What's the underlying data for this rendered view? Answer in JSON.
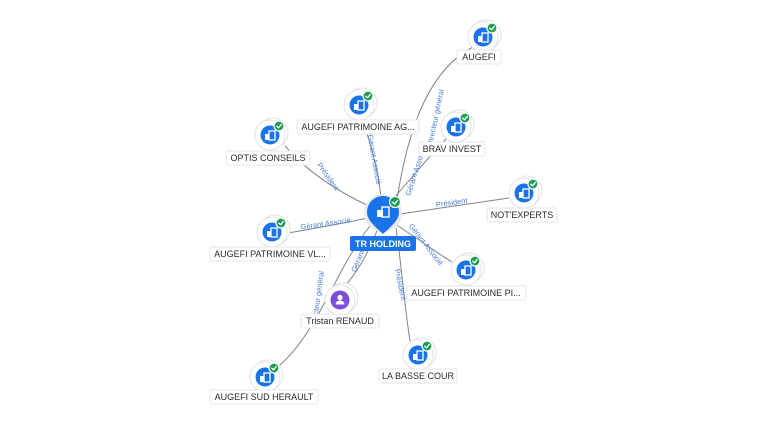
{
  "center": {
    "label": "TR HOLDING",
    "icon": "building-icon"
  },
  "nodes": [
    {
      "id": "augefi",
      "label": "AUGEFI",
      "icon": "building-icon",
      "verified": true
    },
    {
      "id": "augefi-patrimoine-ag",
      "label": "AUGEFI PATRIMOINE AG...",
      "icon": "building-icon",
      "verified": true
    },
    {
      "id": "optis-conseils",
      "label": "OPTIS CONSEILS",
      "icon": "building-icon",
      "verified": true
    },
    {
      "id": "brav-invest",
      "label": "BRAV INVEST",
      "icon": "building-icon",
      "verified": true
    },
    {
      "id": "not-experts",
      "label": "NOT'EXPERTS",
      "icon": "building-icon",
      "verified": true
    },
    {
      "id": "augefi-patrimoine-vl",
      "label": "AUGEFI PATRIMOINE VL...",
      "icon": "building-icon",
      "verified": true
    },
    {
      "id": "augefi-patrimoine-pi",
      "label": "AUGEFI PATRIMOINE PI...",
      "icon": "building-icon",
      "verified": true
    },
    {
      "id": "tristan-renaud",
      "label": "Tristan RENAUD",
      "icon": "person-icon",
      "verified": false
    },
    {
      "id": "la-basse-cour",
      "label": "LA BASSE COUR",
      "icon": "building-icon",
      "verified": true
    },
    {
      "id": "augefi-sud-herault",
      "label": "AUGEFI SUD HERAULT",
      "icon": "building-icon",
      "verified": true
    }
  ],
  "edges": [
    {
      "to": "augefi",
      "label": "Directeur général"
    },
    {
      "to": "augefi-patrimoine-ag",
      "label": "Gérant Associé"
    },
    {
      "to": "optis-conseils",
      "label": "Président"
    },
    {
      "to": "brav-invest",
      "label": "Gérant Associé"
    },
    {
      "to": "not-experts",
      "label": "Président"
    },
    {
      "to": "augefi-patrimoine-vl",
      "label": "Gérant Associé"
    },
    {
      "to": "augefi-patrimoine-pi",
      "label": "Gérant Associé"
    },
    {
      "to": "tristan-renaud",
      "label": "Gérant"
    },
    {
      "to": "la-basse-cour",
      "label": "Président"
    },
    {
      "to": "augefi-sud-herault",
      "label": "Directeur général"
    }
  ],
  "colors": {
    "company": "#1a73e8",
    "person": "#7b4fd8",
    "verified_badge": "#1f9d55",
    "edge_label": "#4a7fd6"
  }
}
